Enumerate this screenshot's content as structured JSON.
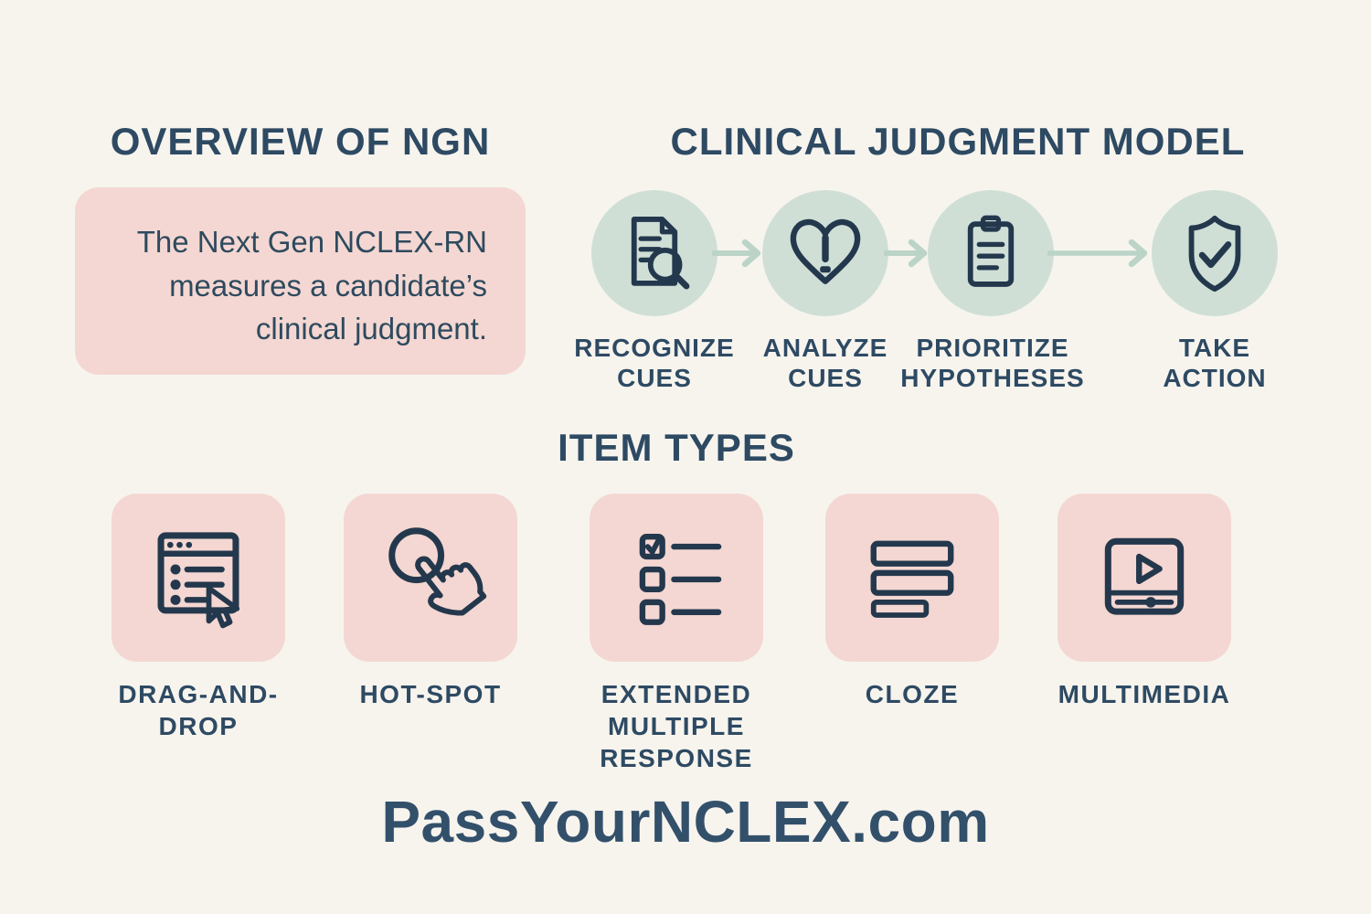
{
  "colors": {
    "background": "#f7f4ee",
    "heading_navy": "#2e4a63",
    "icon_navy": "#24384d",
    "pink_panel": "#f4d7d2",
    "sage_circle": "#cfdfd6",
    "arrow_sage": "#bcd4c8",
    "cloze_bar_sage": "#c9dcd2",
    "footer_navy": "#33506b",
    "icon_white": "#fdfbf6"
  },
  "overview": {
    "title": "OVERVIEW OF NGN",
    "body": "The Next Gen NCLEX-RN measures a candidate’s clinical judgment."
  },
  "model": {
    "title": "CLINICAL JUDGMENT MODEL",
    "steps": [
      {
        "label": "RECOGNIZE CUES",
        "icon": "document-search-icon"
      },
      {
        "label": "ANALYZE CUES",
        "icon": "heart-alert-icon"
      },
      {
        "label": "PRIORITIZE HYPOTHESES",
        "icon": "clipboard-icon"
      },
      {
        "label": "TAKE ACTION",
        "icon": "shield-check-icon"
      }
    ],
    "arrow_count": 3
  },
  "item_types": {
    "title": "ITEM TYPES",
    "items": [
      {
        "label": "DRAG-AND-DROP",
        "icon": "window-cursor-icon"
      },
      {
        "label": "HOT-SPOT",
        "icon": "tap-hand-icon"
      },
      {
        "label": "EXTENDED MULTIPLE RESPONSE",
        "icon": "checklist-icon"
      },
      {
        "label": "CLOZE",
        "icon": "text-blocks-icon"
      },
      {
        "label": "MULTIMEDIA",
        "icon": "video-player-icon"
      }
    ]
  },
  "footer": {
    "site": "PassYourNCLEX.com"
  }
}
